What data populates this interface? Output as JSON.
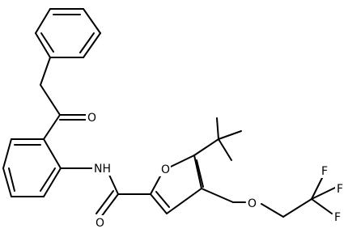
{
  "figure": {
    "description_type": "skeletal-structure",
    "line_color": "#000000",
    "background": "#ffffff"
  },
  "atom_labels": [
    {
      "id": "ketone-o",
      "text": "O"
    },
    {
      "id": "amide-n",
      "text": "NH"
    },
    {
      "id": "furan-o",
      "text": "O"
    },
    {
      "id": "amide-o",
      "text": "O"
    },
    {
      "id": "ether-o",
      "text": "O"
    },
    {
      "id": "f-top",
      "text": "F"
    },
    {
      "id": "f-mid",
      "text": "F"
    },
    {
      "id": "f-bot",
      "text": "F"
    }
  ]
}
